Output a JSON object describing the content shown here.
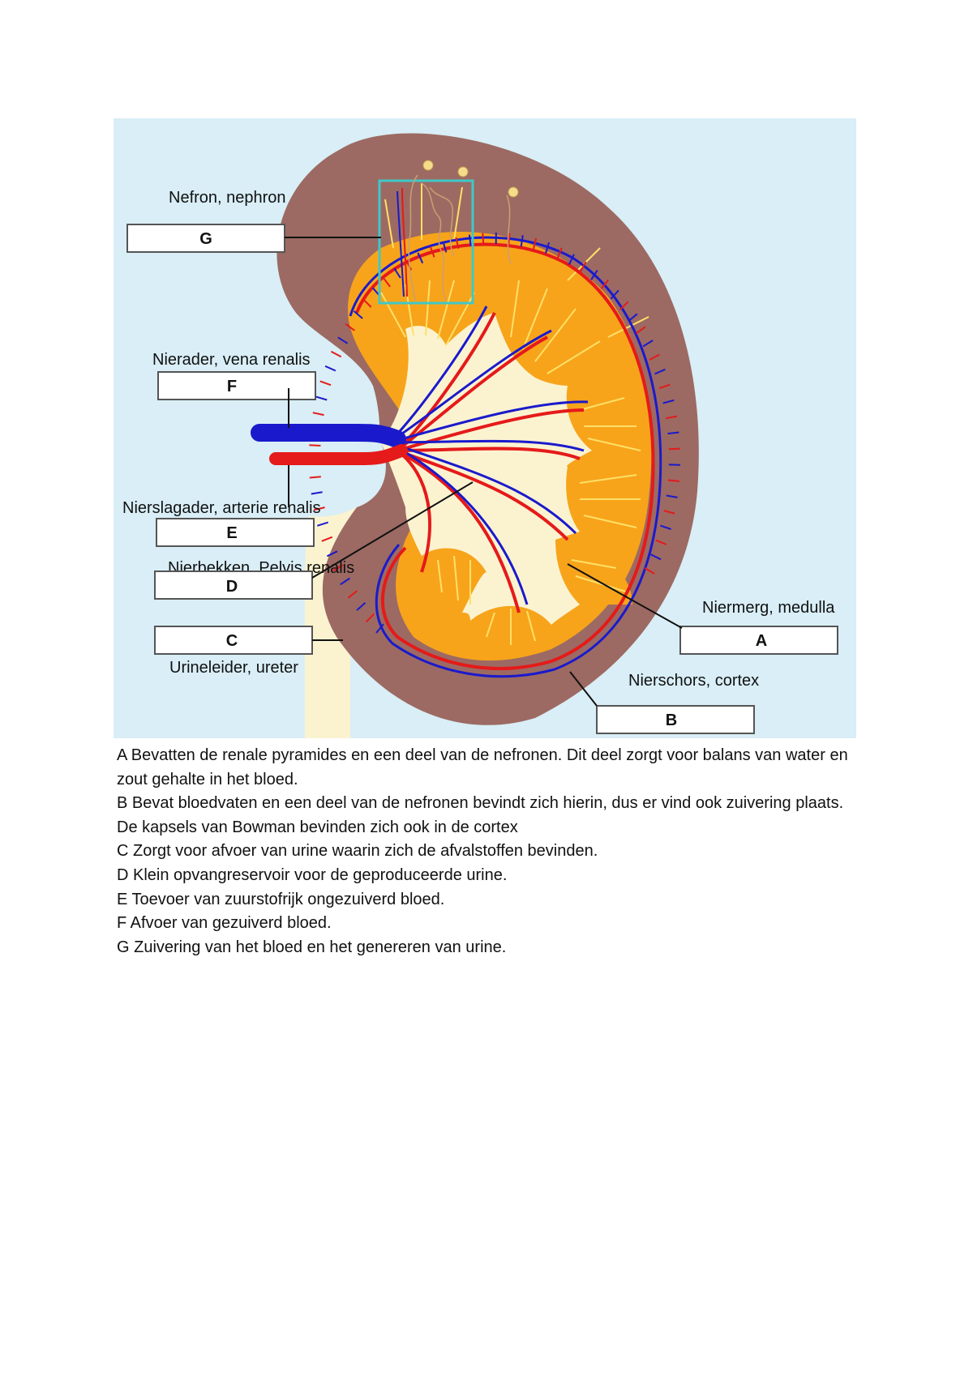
{
  "colors": {
    "background": "#d9eef6",
    "cortex": "#9c6a63",
    "medulla_pyramid": "#f7a41b",
    "pelvis": "#fbf3d0",
    "vein": "#1a1acc",
    "artery": "#e51a1a",
    "nephron_highlight": "#3fc8c8"
  },
  "labels": {
    "G": {
      "letter": "G",
      "caption": "Nefron, nephron"
    },
    "F": {
      "letter": "F",
      "caption": "Nierader, vena renalis"
    },
    "E": {
      "letter": "E",
      "caption": "Nierslagader, arterie renalis"
    },
    "D": {
      "letter": "D",
      "caption": "Nierbekken, Pelvis renalis"
    },
    "C": {
      "letter": "C",
      "caption": "Urineleider, ureter"
    },
    "A": {
      "letter": "A",
      "caption": "Niermerg, medulla"
    },
    "B": {
      "letter": "B",
      "caption": "Nierschors, cortex"
    }
  },
  "legend": [
    "A Bevatten de renale pyramides en een deel van de nefronen. Dit deel zorgt voor balans van water en zout gehalte in het bloed.",
    "B Bevat bloedvaten en een deel van de nefronen bevindt zich hierin, dus er vind ook zuivering plaats. De kapsels van Bowman bevinden zich ook in de cortex",
    "C Zorgt voor afvoer van urine waarin zich de afvalstoffen bevinden.",
    "D Klein opvangreservoir voor de geproduceerde urine.",
    "E Toevoer van zuurstofrijk ongezuiverd bloed.",
    "F Afvoer van gezuiverd bloed.",
    "G Zuivering van het bloed en het genereren van urine."
  ]
}
